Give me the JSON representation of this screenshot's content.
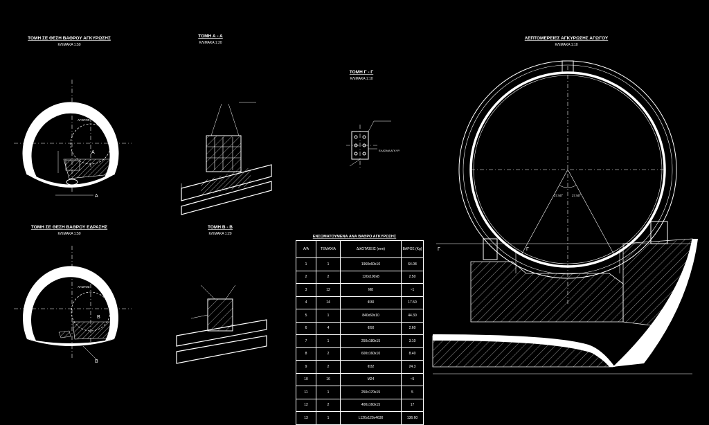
{
  "titles": {
    "anchor_section": "ΤΟΜΗ ΣΕ ΘΕΣΗ ΒΑΘΡΟΥ ΑΓΚΥΡΩΣΗΣ",
    "anchor_scale": "ΚΛΙΜΑΚΑ 1:50",
    "bearing_section": "ΤΟΜΗ ΣΕ ΘΕΣΗ ΒΑΘΡΟΥ ΕΔΡΑΣΗΣ",
    "bearing_scale": "ΚΛΙΜΑΚΑ 1:50",
    "section_aa": "ΤΟΜΗ Α - Α",
    "section_aa_scale": "ΚΛΙΜΑΚΑ 1:20",
    "section_bb": "ΤΟΜΗ Β - Β",
    "section_bb_scale": "ΚΛΙΜΑΚΑ 1:20",
    "section_gg": "ΤΟΜΗ Γ - Γ",
    "section_gg_scale": "ΚΛΙΜΑΚΑ 1:10",
    "details": "ΛΕΠΤΟΜΕΡΕΙΕΣ ΑΓΚΥΡΩΣΗΣ ΑΓΩΓΟΥ",
    "details_scale": "ΚΛΙΜΑΚΑ 1:10",
    "table": "ΕΝΣΩΜΑΤΟΥΜΕΝΑ ΑΝΑ ΒΑΘΡΟ ΑΓΚΥΡΩΣΗΣ"
  },
  "labels": {
    "pipe": "ΑΓΩΓΟΣ",
    "pipe_2": "ΑΓΩΓΟΣ",
    "key_a": "Α",
    "key_b": "Β",
    "key_g": "Γ",
    "anchor_plate": "ΕΛΑΣΜΑ ΑΓΚΥΡ.",
    "angle_27": "27.50°"
  },
  "table": {
    "headers": [
      "Α/Α",
      "ΤΕΜΑΧΙΑ",
      "ΔΙΑΣΤΑΣΕΙΣ (mm)",
      "ΒΑΡΟΣ (Kg)"
    ],
    "rows": [
      [
        "1",
        "1",
        "1960x60x10",
        "64.08"
      ],
      [
        "2",
        "2",
        "120x100x8",
        "2.50"
      ],
      [
        "3",
        "12",
        "Μ8",
        "~1"
      ],
      [
        "4",
        "14",
        "Φ30",
        "17.50"
      ],
      [
        "5",
        "1",
        "840x60x10",
        "44.30"
      ],
      [
        "6",
        "4",
        "Φ50",
        "2.60"
      ],
      [
        "7",
        "1",
        "250x180x15",
        "3.10"
      ],
      [
        "8",
        "2",
        "600x160x10",
        "8.40"
      ],
      [
        "9",
        "2",
        "Φ32",
        "24.3"
      ],
      [
        "10",
        "16",
        "Μ24",
        "~5"
      ],
      [
        "11",
        "1",
        "250x170x15",
        "5"
      ],
      [
        "12",
        "2",
        "400x160x15",
        "17"
      ],
      [
        "13",
        "1",
        "L120x120x4630",
        "136.60"
      ]
    ]
  }
}
